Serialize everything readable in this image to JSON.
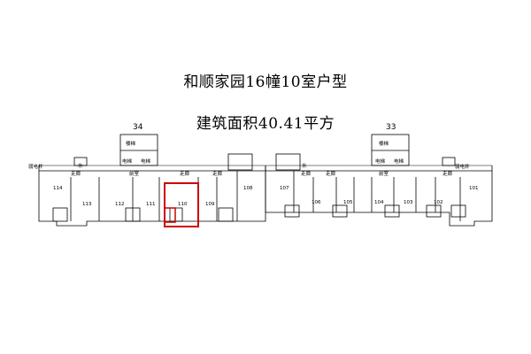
{
  "title": "和顺家园16幢10室户型",
  "subtitle": "建筑面积40.41平方",
  "building_left": "34",
  "building_right": "33",
  "rooms": {
    "stair": "楼梯",
    "elevator": "电梯",
    "water": "水",
    "corridor": "走廊",
    "front_room": "前室",
    "mgmt": "弱电井"
  },
  "units": [
    "114",
    "113",
    "112",
    "111",
    "110",
    "109",
    "108",
    "107",
    "106",
    "105",
    "104",
    "103",
    "102",
    "101"
  ],
  "highlight_unit": "110",
  "highlight_color": "#cc0000"
}
